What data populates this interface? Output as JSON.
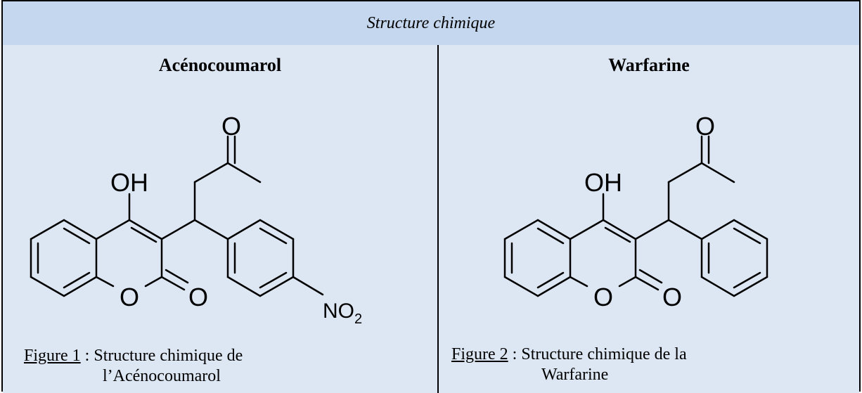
{
  "table": {
    "title": "Structure chimique",
    "columns": [
      {
        "name": "Acénocoumarol",
        "atom_labels": {
          "oh": "OH",
          "carbonyl_o": "O",
          "ring_o": "O",
          "lactone_o": "O",
          "nitro": "NO",
          "nitro_sub": "2"
        },
        "caption": {
          "figure_label": "Figure 1",
          "text_line1": " : Structure chimique de",
          "text_line2": "l’Acénocoumarol"
        }
      },
      {
        "name": "Warfarine",
        "atom_labels": {
          "oh": "OH",
          "carbonyl_o": "O",
          "ring_o": "O",
          "lactone_o": "O"
        },
        "caption": {
          "figure_label": "Figure 2",
          "text_line1": " : Structure chimique de la",
          "text_line2": "Warfarine"
        }
      }
    ]
  },
  "colors": {
    "header_bg": "#c4d7ee",
    "cell_bg": "#dde7f3",
    "border": "#000000"
  }
}
